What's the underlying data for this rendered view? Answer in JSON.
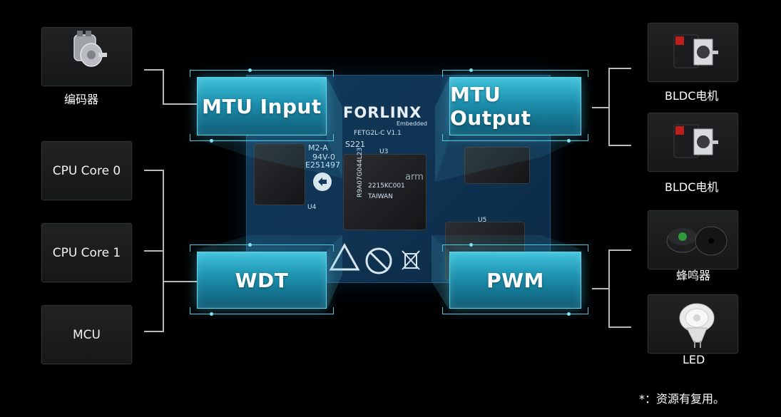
{
  "left_devices": {
    "encoder": {
      "label": "编码器",
      "icon": "encoder-icon"
    },
    "cpu_core_0": {
      "label": "CPU Core 0"
    },
    "cpu_core_1": {
      "label": "CPU Core 1"
    },
    "mcu": {
      "label": "MCU"
    }
  },
  "right_devices": {
    "bldc_1": {
      "label": "BLDC电机",
      "icon": "bldc-motor-icon"
    },
    "bldc_2": {
      "label": "BLDC电机",
      "icon": "bldc-motor-icon"
    },
    "buzzer": {
      "label": "蜂鸣器",
      "icon": "buzzer-icon"
    },
    "led": {
      "label": "LED",
      "icon": "led-bulb-icon"
    }
  },
  "functions": {
    "mtu_input": "MTU Input",
    "mtu_output": "MTU Output",
    "wdt": "WDT",
    "pwm": "PWM"
  },
  "board": {
    "brand": "FORLINX",
    "brand_sub": "Embedded",
    "model": "FETG2L-C  V1.1",
    "chip_line1": "R9A07G044L23",
    "chip_line2": "2215KC001",
    "chip_line3": "TAIWAN",
    "chip_brand": "arm",
    "lot": "E251497",
    "mark1": "M2-A",
    "mark2": "94V-0",
    "part_u3": "U3",
    "part_u4": "U4",
    "part_u5": "U5",
    "code": "S221"
  },
  "footnote": "*：资源有复用。",
  "colors": {
    "accent": "#2aa9c9",
    "frame": "#4fc9e2",
    "board": "#0f3352",
    "connector": "#b9b9b9"
  }
}
